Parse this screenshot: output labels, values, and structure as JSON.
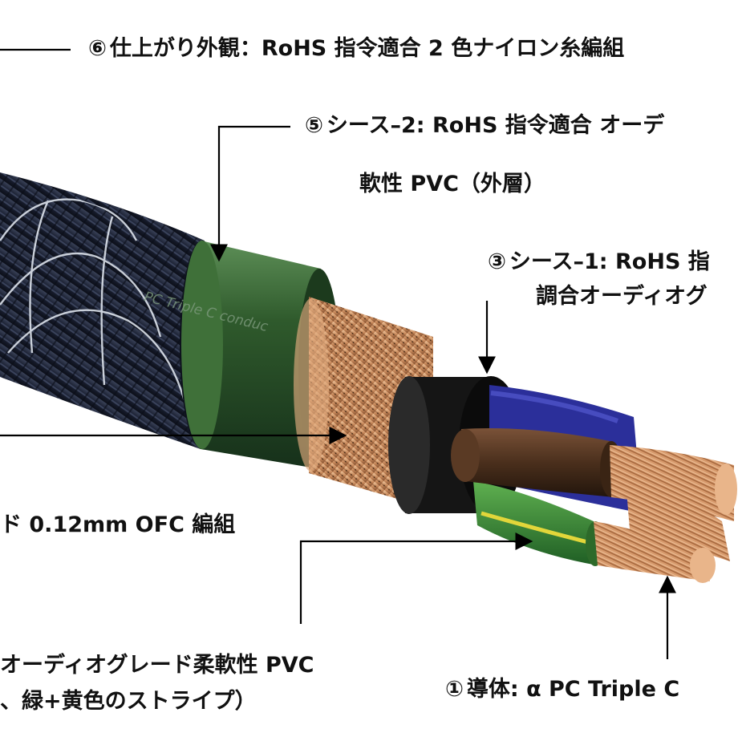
{
  "callouts": {
    "c6": {
      "num": "⑥",
      "text": "仕上がり外観：RoHS 指令適合 2 色ナイロン糸編組"
    },
    "c5_line1": {
      "num": "⑤",
      "text": "シース–2: RoHS 指令適合 オーデ"
    },
    "c5_line2": "軟性 PVC（外層）",
    "c3_line1": {
      "num": "③",
      "text": "シース–1: RoHS 指"
    },
    "c3_line2": "調合オーディオグ",
    "c_shield": "ド 0.12mm OFC 編組",
    "c2_line1": "オーディオグレード柔軟性 PVC",
    "c2_line2": "、緑+黄色のストライプ）",
    "c1": {
      "num": "①",
      "text": "導体: α PC Triple C"
    }
  },
  "engraving": "PC Triple C conduc",
  "colors": {
    "braid": "#1c2236",
    "green_jacket": "#2f5a2c",
    "copper": "#c98a5c",
    "black_sheath": "#141414",
    "brown_core": "#4a2f1c",
    "blue_core": "#2b2f9a",
    "green_yellow_core": "#3f8c3a"
  }
}
